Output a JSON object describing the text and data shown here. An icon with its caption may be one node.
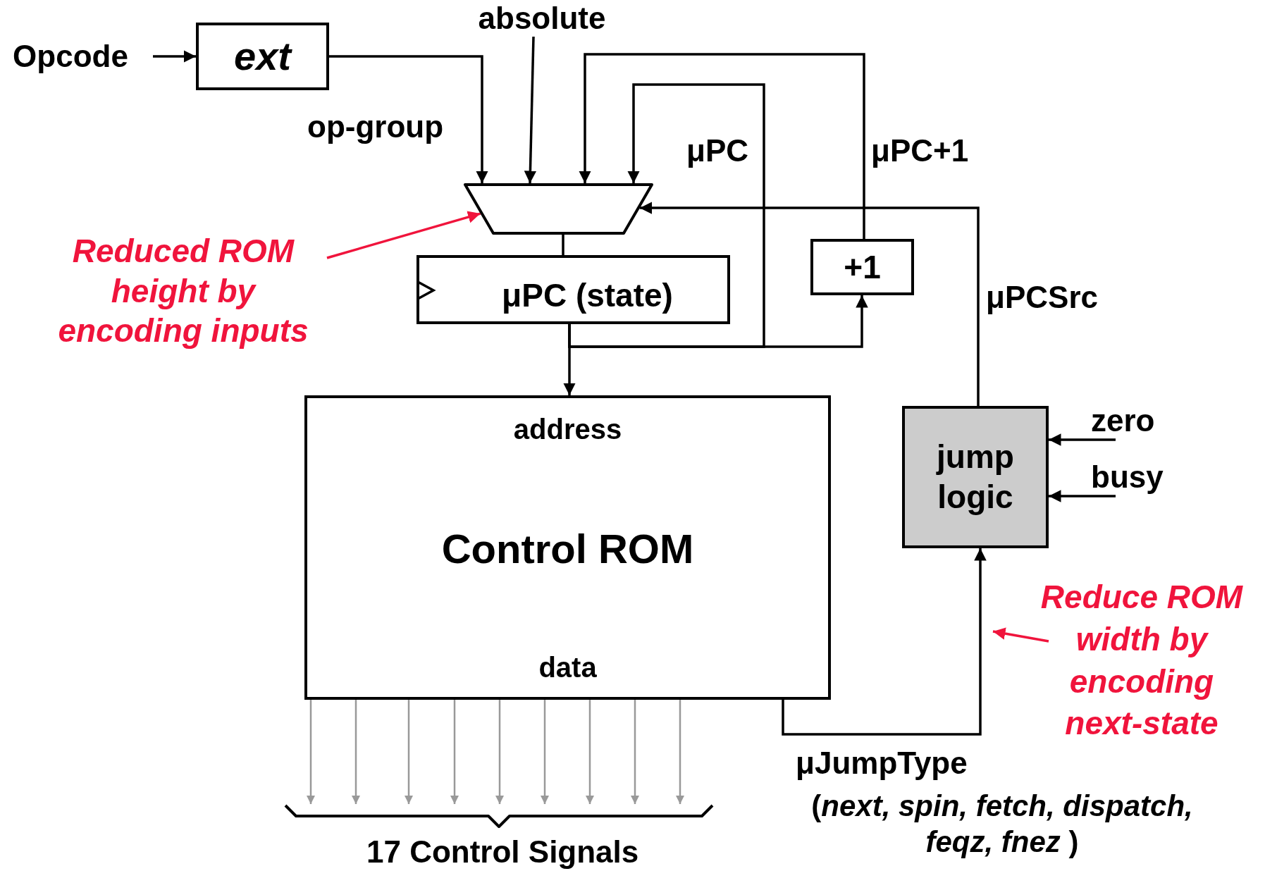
{
  "diagram": {
    "nodes": [
      {
        "text": [
          "Opcode"
        ]
      },
      {
        "text": [
          "ext"
        ]
      },
      {
        "text": [
          "absolute"
        ]
      },
      {
        "text": [],
        "shape": "trapezoid"
      },
      {
        "text": [
          "μPC (state)"
        ]
      },
      {
        "text": [
          "+1"
        ]
      },
      {
        "text": [
          "address",
          "Control ROM",
          "data"
        ]
      },
      {
        "text": [
          "jump logic"
        ]
      },
      {
        "text": [
          "zero"
        ]
      },
      {
        "text": [
          "busy"
        ]
      },
      {
        "text": [
          "Reduced ROM height by encoding inputs"
        ]
      },
      {
        "text": [
          "Reduce ROM width by encoding next-state"
        ]
      },
      {
        "text": [],
        "shape": "brace"
      }
    ],
    "edges": [
      {
        "from": 0,
        "to": 1,
        "arrow": "to"
      },
      {
        "from": 1,
        "to": 3,
        "arrow": "to",
        "label": "op-group"
      },
      {
        "from": 2,
        "to": 3,
        "arrow": "to"
      },
      {
        "from": 5,
        "to": 3,
        "arrow": "to",
        "label": "μPC+1"
      },
      {
        "from": 4,
        "to": 3,
        "arrow": "to",
        "label": "μPC"
      },
      {
        "from": 4,
        "to": 5,
        "arrow": "to"
      },
      {
        "from": 4,
        "to": 6,
        "arrow": "to"
      },
      {
        "from": 7,
        "to": 3,
        "arrow": "to",
        "label": "μPCSrc"
      },
      {
        "from": 6,
        "to": 7,
        "arrow": "to",
        "label": "μJumpType"
      },
      {
        "from": 8,
        "to": 7,
        "arrow": "to"
      },
      {
        "from": 9,
        "to": 7,
        "arrow": "to"
      },
      {
        "from": 10,
        "to": 3,
        "arrow": "to",
        "color": "#f0143c"
      },
      {
        "from": 11,
        "to": null,
        "arrow": "to",
        "color": "#f0143c"
      },
      {
        "from": 6,
        "to": 12,
        "arrow": "to",
        "color": "#999999"
      },
      {
        "from": 6,
        "to": 12,
        "arrow": "to",
        "color": "#999999"
      },
      {
        "from": 6,
        "to": 12,
        "arrow": "to",
        "color": "#999999"
      },
      {
        "from": 6,
        "to": 12,
        "arrow": "to",
        "color": "#999999"
      },
      {
        "from": 6,
        "to": 12,
        "arrow": "to",
        "color": "#999999"
      },
      {
        "from": 6,
        "to": 12,
        "arrow": "to",
        "color": "#999999"
      },
      {
        "from": 6,
        "to": 12,
        "arrow": "to",
        "color": "#999999"
      },
      {
        "from": 6,
        "to": 12,
        "arrow": "to",
        "color": "#999999"
      },
      {
        "from": 6,
        "to": 12,
        "arrow": "to",
        "color": "#999999"
      },
      {
        "from": 3,
        "to": 4,
        "arrow": "none"
      }
    ],
    "labels": [
      "(*next, spin, fetch, dispatch, feqz, fnez* )",
      "17 Control Signals"
    ]
  }
}
